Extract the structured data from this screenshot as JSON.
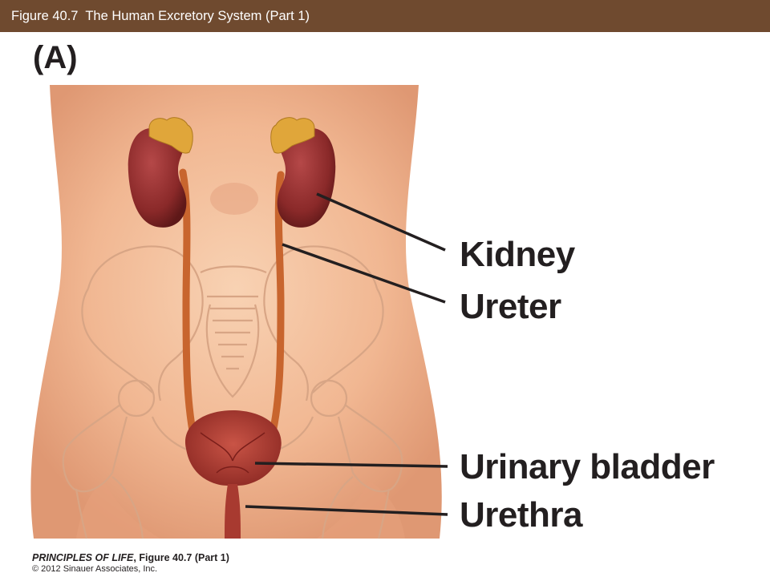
{
  "header": {
    "title": "Figure 40.7  The Human Excretory System (Part 1)"
  },
  "panel": {
    "letter": "(A)"
  },
  "labels": {
    "kidney": "Kidney",
    "ureter": "Ureter",
    "bladder": "Urinary bladder",
    "urethra": "Urethra"
  },
  "credit": {
    "book": "PRINCIPLES OF LIFE",
    "figure_ref": ", Figure 40.7 (Part 1)",
    "copyright": "© 2012 Sinauer Associates, Inc."
  },
  "colors": {
    "title_bar": "#6f4a2f",
    "skin": "#f2b995",
    "kidney": "#8b2a2a",
    "ureter": "#c8652e",
    "bladder": "#a83a30",
    "adrenal": "#e0a63a",
    "bone_outline": "#d9a98a"
  }
}
